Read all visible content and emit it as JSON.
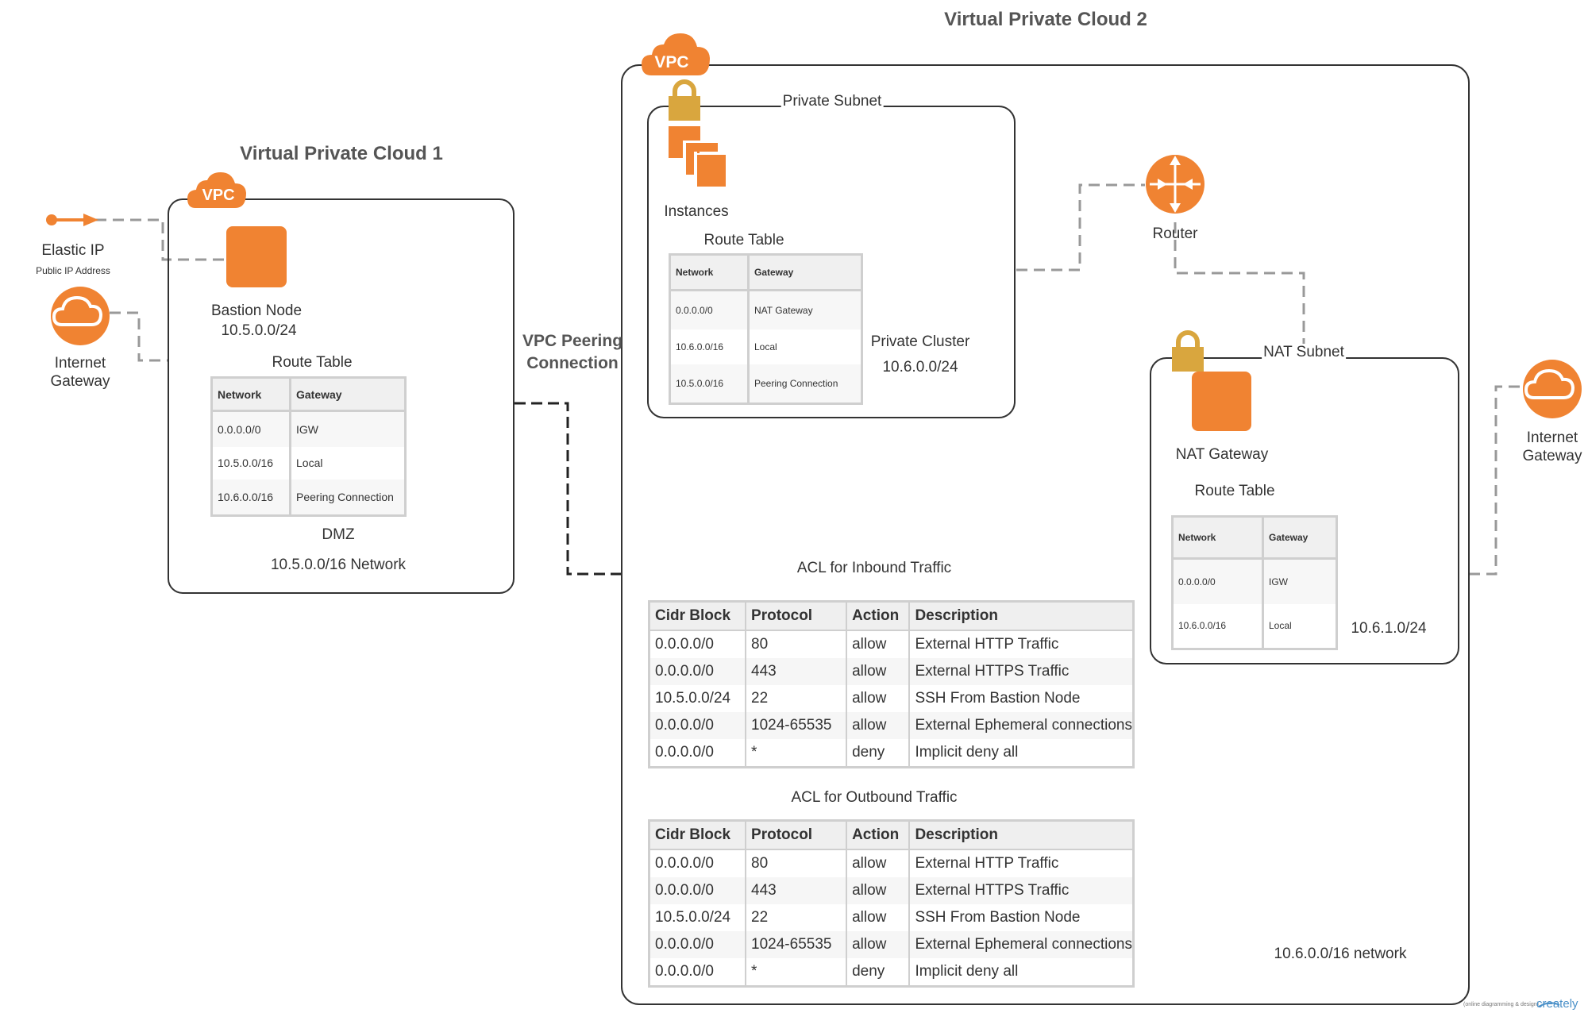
{
  "colors": {
    "accent": "#f08332",
    "lock": "#d9a63e",
    "line": "#888888",
    "box": "#333333"
  },
  "vpc1": {
    "title": "Virtual Private Cloud 1",
    "badge": "VPC",
    "bastion_label": "Bastion Node",
    "bastion_cidr": "10.5.0.0/24",
    "route_table_title": "Route Table",
    "route_table": {
      "headers": [
        "Network",
        "Gateway"
      ],
      "rows": [
        [
          "0.0.0.0/0",
          "IGW"
        ],
        [
          "10.5.0.0/16",
          "Local"
        ],
        [
          "10.6.0.0/16",
          "Peering Connection"
        ]
      ]
    },
    "dmz_label": "DMZ",
    "network_label": "10.5.0.0/16 Network"
  },
  "left": {
    "elastic_ip": "Elastic IP",
    "public_ip": "Public IP Address",
    "igw_line1": "Internet",
    "igw_line2": "Gateway"
  },
  "peering": {
    "line1": "VPC Peering",
    "line2": "Connection"
  },
  "vpc2": {
    "title": "Virtual Private Cloud 2",
    "badge": "VPC",
    "private_subnet": "Private Subnet",
    "instances_label": "Instances",
    "route_table_title": "Route Table",
    "route_table": {
      "headers": [
        "Network",
        "Gateway"
      ],
      "rows": [
        [
          "0.0.0.0/0",
          "NAT Gateway"
        ],
        [
          "10.6.0.0/16",
          "Local"
        ],
        [
          "10.5.0.0/16",
          "Peering Connection"
        ]
      ]
    },
    "private_cluster": "Private Cluster",
    "private_cluster_cidr": "10.6.0.0/24",
    "router_label": "Router",
    "nat_subnet": "NAT Subnet",
    "nat_gateway_label": "NAT Gateway",
    "nat_route_table_title": "Route Table",
    "nat_route_table": {
      "headers": [
        "Network",
        "Gateway"
      ],
      "rows": [
        [
          "0.0.0.0/0",
          "IGW"
        ],
        [
          "10.6.0.0/16",
          "Local"
        ]
      ]
    },
    "nat_cidr": "10.6.1.0/24",
    "inbound_title": "ACL for Inbound Traffic",
    "outbound_title": "ACL for Outbound Traffic",
    "acl_headers": [
      "Cidr Block",
      "Protocol",
      "Action",
      "Description"
    ],
    "inbound_rows": [
      [
        "0.0.0.0/0",
        "80",
        "allow",
        "External HTTP Traffic"
      ],
      [
        "0.0.0.0/0",
        "443",
        "allow",
        "External HTTPS Traffic"
      ],
      [
        "10.5.0.0/24",
        "22",
        "allow",
        "SSH From Bastion Node"
      ],
      [
        "0.0.0.0/0",
        "1024-65535",
        "allow",
        "External Ephemeral connections"
      ],
      [
        "0.0.0.0/0",
        "*",
        "deny",
        "Implicit deny all"
      ]
    ],
    "outbound_rows": [
      [
        "0.0.0.0/0",
        "80",
        "allow",
        "External HTTP Traffic"
      ],
      [
        "0.0.0.0/0",
        "443",
        "allow",
        "External HTTPS Traffic"
      ],
      [
        "10.5.0.0/24",
        "22",
        "allow",
        "SSH From Bastion Node"
      ],
      [
        "0.0.0.0/0",
        "1024-65535",
        "allow",
        "External Ephemeral connections"
      ],
      [
        "0.0.0.0/0",
        "*",
        "deny",
        "Implicit deny all"
      ]
    ],
    "network_label": "10.6.0.0/16 network"
  },
  "right": {
    "igw_line1": "Internet",
    "igw_line2": "Gateway"
  },
  "watermark": {
    "brand": "creately",
    "tagline": "(online diagramming & design)"
  }
}
